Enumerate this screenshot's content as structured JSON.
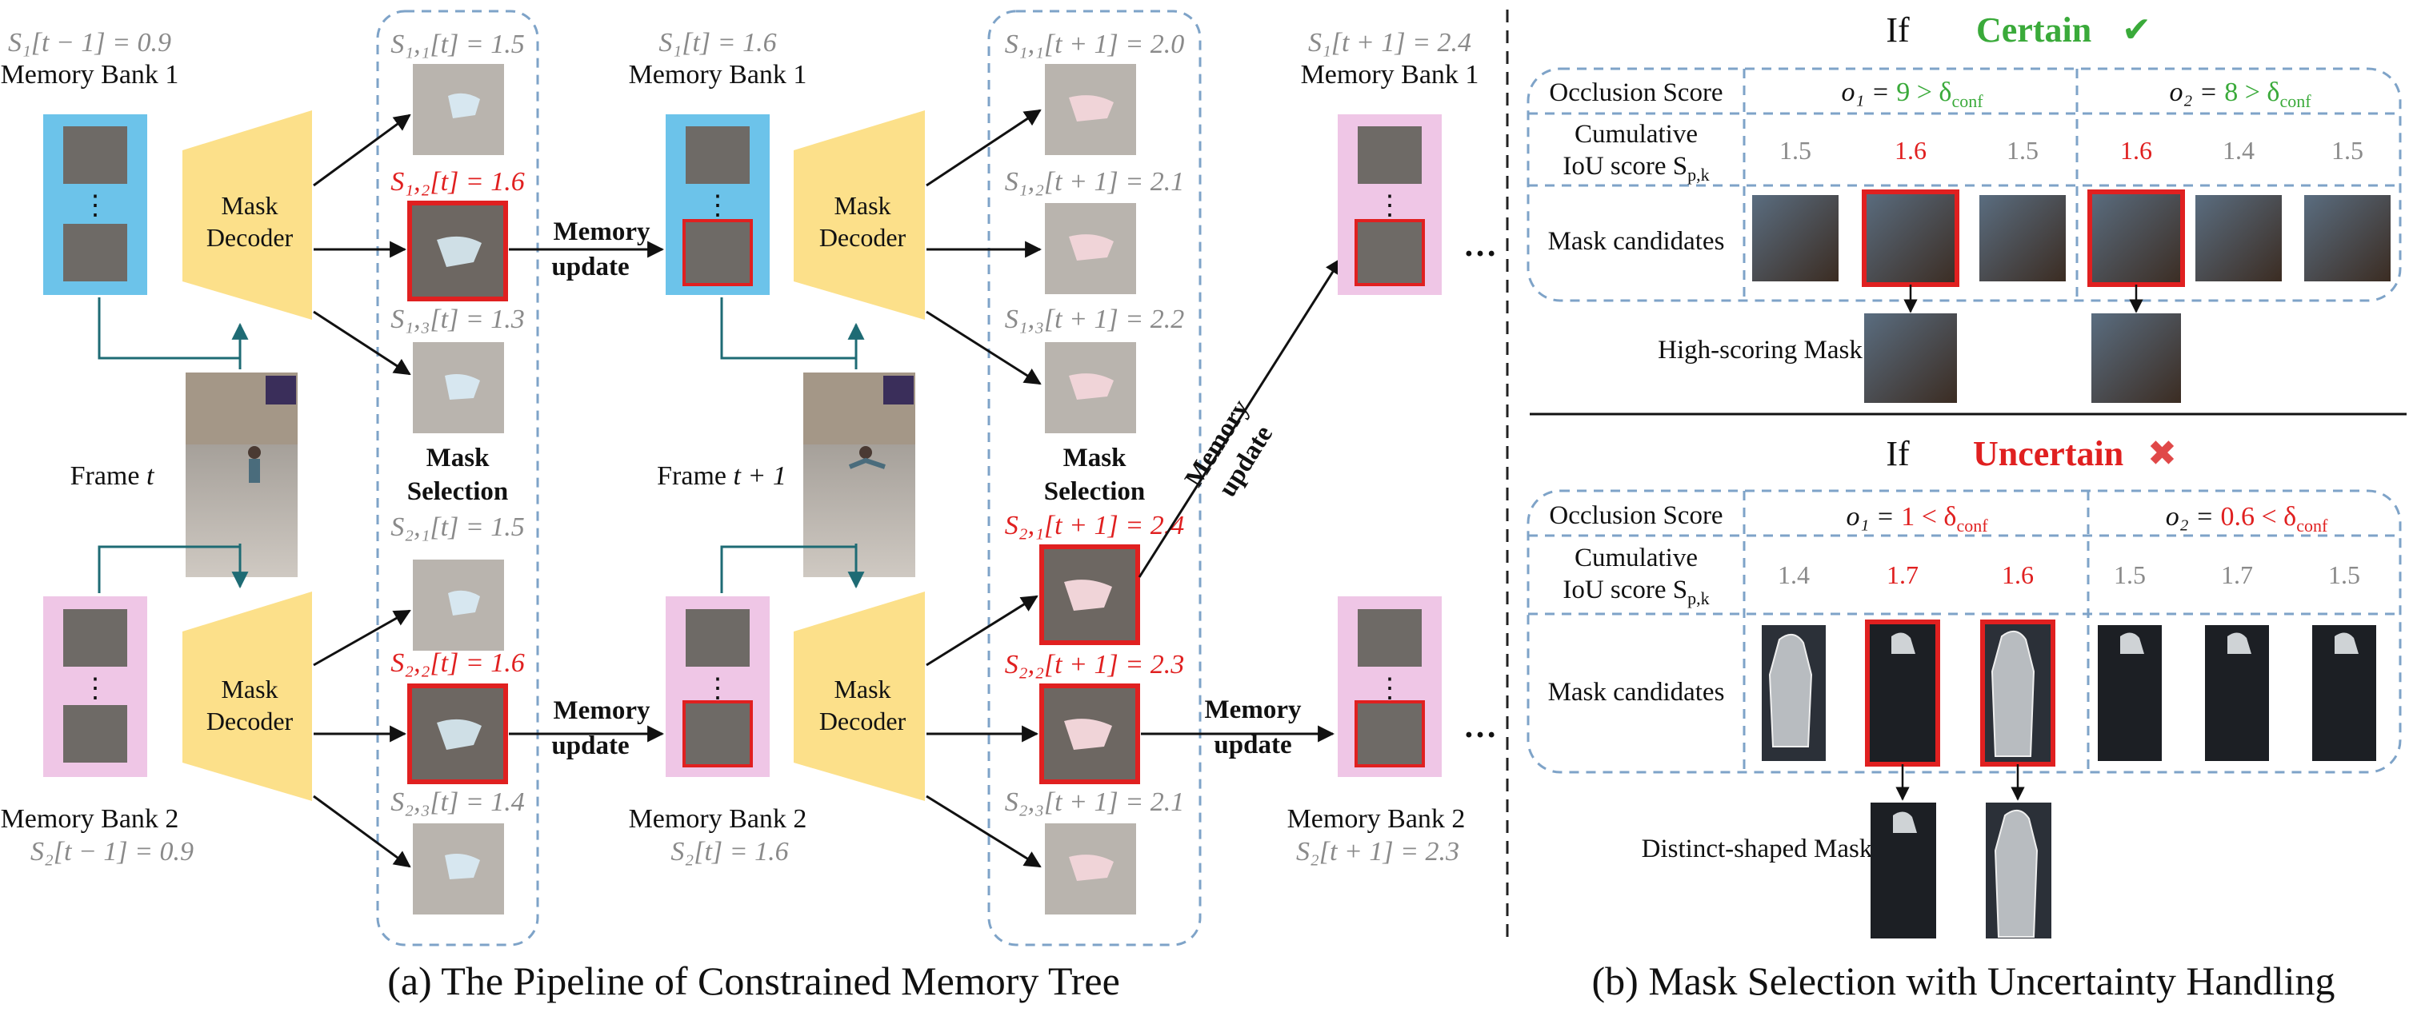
{
  "colors": {
    "gray_text": "#8a8a8a",
    "red": "#e02020",
    "green": "#3aaa3a",
    "decoder_fill": "#fce08a",
    "bank_blue": "#6cc3ea",
    "bank_pink": "#efc6e6",
    "dashed_box": "#7ea3c8",
    "teal_arrow": "#1e6b74"
  },
  "left": {
    "caption": "(a) The Pipeline of Constrained Memory Tree",
    "mask_decoder": "Mask\nDecoder",
    "mask_selection": "Mask\nSelection",
    "memory_update": "Memory\nupdate",
    "ellipsis": "…",
    "frame_t": "Frame t",
    "frame_t1": "Frame t + 1",
    "bank1": {
      "label": "Memory Bank 1",
      "s_t_minus_1": "S₁[t − 1] = 0.9",
      "s_t": "S₁[t] = 1.6",
      "s_t_plus_1": "S₁[t + 1] = 2.4"
    },
    "bank2": {
      "label": "Memory Bank 2",
      "s_t_minus_1": "S₂[t − 1] = 0.9",
      "s_t": "S₂[t] = 1.6",
      "s_t_plus_1": "S₂[t + 1] = 2.3"
    },
    "scores_t": [
      "S₁,₁[t] = 1.5",
      "S₁,₂[t] = 1.6",
      "S₁,₃[t] = 1.3",
      "S₂,₁[t] = 1.5",
      "S₂,₂[t] = 1.6",
      "S₂,₃[t] = 1.4"
    ],
    "scores_t1": [
      "S₁,₁[t + 1] = 2.0",
      "S₁,₂[t + 1] = 2.1",
      "S₁,₃[t + 1] = 2.2",
      "S₂,₁[t + 1] = 2.4",
      "S₂,₂[t + 1] = 2.3",
      "S₂,₃[t + 1] = 2.1"
    ]
  },
  "right": {
    "caption": "(b) Mask Selection with Uncertainty Handling",
    "if": "If",
    "certain": {
      "label": "Certain",
      "mark": "✔",
      "occlusion_label": "Occlusion Score",
      "o1": "o₁ = ",
      "o1_val": "9 > δ",
      "o2": "o₂ = ",
      "o2_val": "8 > δ",
      "conf_sub": "conf",
      "iou_label_1": "Cumulative",
      "iou_label_2": "IoU score S",
      "iou_sub": "p,k",
      "iou_values": [
        "1.5",
        "1.6",
        "1.5",
        "1.6",
        "1.4",
        "1.5"
      ],
      "iou_selected": [
        1,
        3
      ],
      "mask_candidates": "Mask candidates",
      "result_label": "High-scoring Mask"
    },
    "uncertain": {
      "label": "Uncertain",
      "mark": "✖",
      "occlusion_label": "Occlusion Score",
      "o1": "o₁ = ",
      "o1_val": "1 < δ",
      "o2": "o₂ = ",
      "o2_val": "0.6 < δ",
      "conf_sub": "conf",
      "iou_label_1": "Cumulative",
      "iou_label_2": "IoU score S",
      "iou_sub": "p,k",
      "iou_values": [
        "1.4",
        "1.7",
        "1.6",
        "1.5",
        "1.7",
        "1.5"
      ],
      "iou_selected": [
        1,
        2
      ],
      "mask_candidates": "Mask candidates",
      "result_label": "Distinct-shaped Mask"
    }
  }
}
